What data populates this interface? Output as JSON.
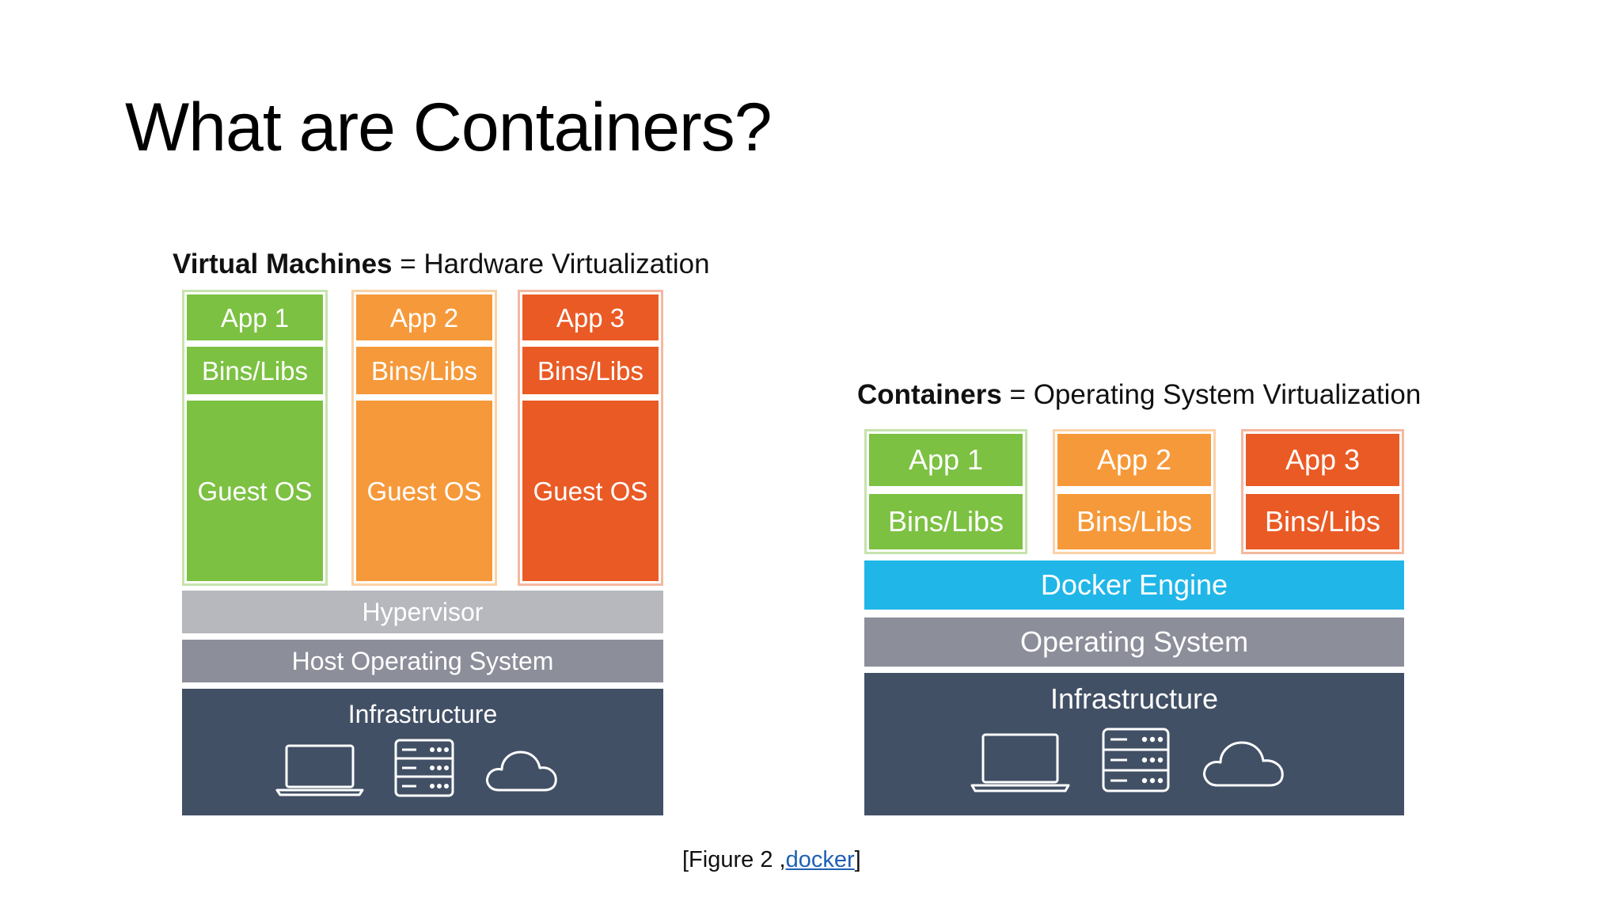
{
  "slide": {
    "title": "What are Containers?",
    "figure_caption": {
      "prefix": "[Figure 2 ,",
      "link": "docker",
      "suffix": "]"
    }
  },
  "vm": {
    "caption_bold": "Virtual Machines",
    "caption_rest": " = Hardware Virtualization",
    "apps": [
      "App 1",
      "App 2",
      "App 3"
    ],
    "bins": [
      "Bins/Libs",
      "Bins/Libs",
      "Bins/Libs"
    ],
    "guest": [
      "Guest OS",
      "Guest OS",
      "Guest OS"
    ],
    "hypervisor": "Hypervisor",
    "host_os": "Host Operating System",
    "infrastructure": "Infrastructure",
    "icons": [
      "laptop-icon",
      "server-icon",
      "cloud-icon"
    ]
  },
  "containers": {
    "caption_bold": "Containers",
    "caption_rest": " = Operating System Virtualization",
    "apps": [
      "App 1",
      "App 2",
      "App 3"
    ],
    "bins": [
      "Bins/Libs",
      "Bins/Libs",
      "Bins/Libs"
    ],
    "docker_engine": "Docker Engine",
    "operating_system": "Operating System",
    "infrastructure": "Infrastructure",
    "icons": [
      "laptop-icon",
      "server-icon",
      "cloud-icon"
    ]
  },
  "colors": {
    "app1": "#7cc142",
    "app2": "#f6993a",
    "app3": "#ea5a25",
    "hypervisor": "#b6b8bd",
    "host_os": "#8c8e9a",
    "infrastructure": "#425066",
    "docker_engine": "#20b6e8",
    "link": "#1f5fb5"
  }
}
